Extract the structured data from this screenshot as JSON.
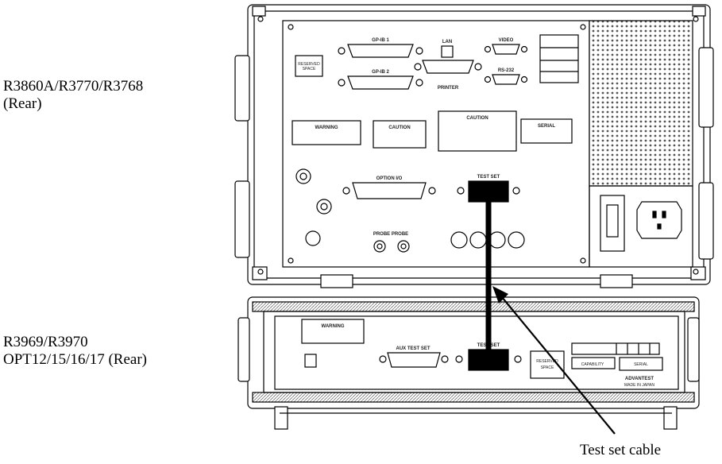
{
  "labels": {
    "top_unit_model": "R3860A/R3770/R3768",
    "top_unit_view": "(Rear)",
    "bottom_unit_model": "R3969/R3970",
    "bottom_unit_view": "OPT12/15/16/17 (Rear)",
    "cable": "Test set cable"
  }
}
